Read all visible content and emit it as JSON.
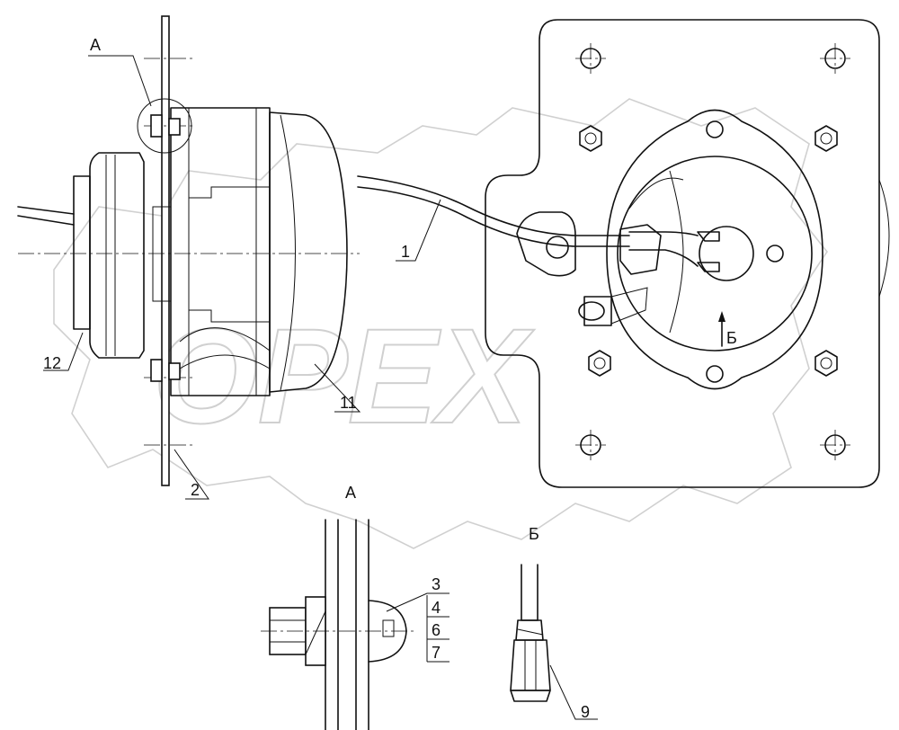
{
  "watermark": "OPEX",
  "view_labels": {
    "detail_a_marker": "А",
    "detail_a_title": "А",
    "detail_b_title": "Б",
    "arrow_b": "Б"
  },
  "callouts": {
    "c1": "1",
    "c2": "2",
    "c3": "3",
    "c4": "4",
    "c6": "6",
    "c7": "7",
    "c9": "9",
    "c11": "11",
    "c12": "12"
  }
}
